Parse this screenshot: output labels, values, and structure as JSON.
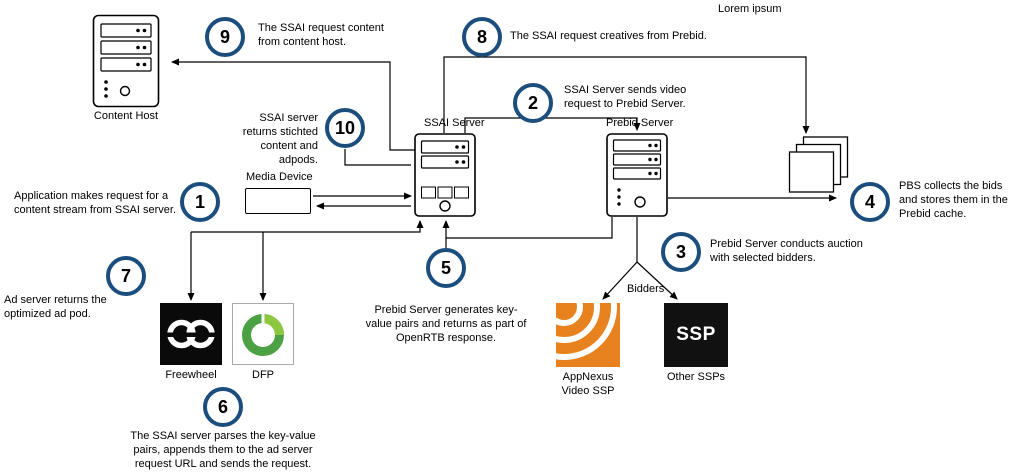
{
  "title": "Lorem ipsum",
  "colors": {
    "badge_border": "#1c4e7d",
    "appnexus_orange": "#e8821e",
    "dfp_green_dark": "#4ba143",
    "dfp_green_light": "#8dc63f",
    "box_black": "#111111"
  },
  "steps": [
    {
      "num": "1",
      "text": "Application makes request for a content stream from SSAI server."
    },
    {
      "num": "2",
      "text": "SSAI Server sends video request to Prebid Server."
    },
    {
      "num": "3",
      "text": "Prebid Server conducts auction with selected bidders."
    },
    {
      "num": "4",
      "text": "PBS collects the bids and stores them in the Prebid cache."
    },
    {
      "num": "5",
      "text": "Prebid Server generates key-value pairs and returns as part of OpenRTB response."
    },
    {
      "num": "6",
      "text": "The SSAI server parses the key-value pairs, appends them to the ad server request URL and sends the request."
    },
    {
      "num": "7",
      "text": "Ad server returns the optimized ad pod."
    },
    {
      "num": "8",
      "text": "The SSAI request creatives from Prebid."
    },
    {
      "num": "9",
      "text": "The SSAI request content from content host."
    },
    {
      "num": "10",
      "text": "SSAI server returns stichted content and adpods."
    }
  ],
  "nodes": {
    "content_host": "Content Host",
    "ssai_server": "SSAI Server",
    "prebid_server": "Prebid Server",
    "media_device": "Media Device",
    "freewheel": "Freewheel",
    "dfp": "DFP",
    "appnexus": "AppNexus Video SSP",
    "other_ssps": "Other SSPs",
    "ssp_box": "SSP",
    "bidders": "Bidders"
  }
}
